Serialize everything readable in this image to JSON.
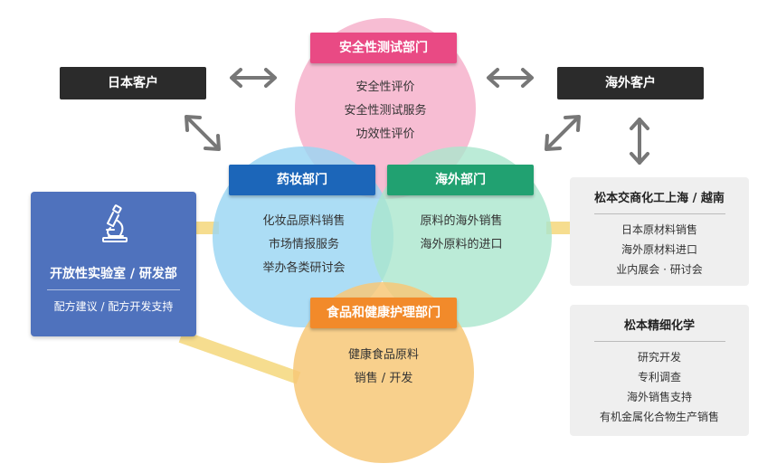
{
  "departments": {
    "safety": {
      "title": "安全性测试部门",
      "items": [
        "安全性评价",
        "安全性测试服务",
        "功效性评价"
      ],
      "color": "#e94a84"
    },
    "cosmetics": {
      "title": "药妆部门",
      "items": [
        "化妆品原料销售",
        "市场情报服务",
        "举办各类研讨会"
      ],
      "color": "#1c66b9"
    },
    "overseas": {
      "title": "海外部门",
      "items": [
        "原料的海外销售",
        "海外原料的进口"
      ],
      "color": "#21a171"
    },
    "food": {
      "title": "食品和健康护理部门",
      "items": [
        "健康食品原料",
        "销售 / 开发"
      ],
      "color": "#f28a2a"
    }
  },
  "clients": {
    "japan": "日本客户",
    "overseas": "海外客户"
  },
  "lab": {
    "title": "开放性实验室 / 研发部",
    "subtitle": "配方建议 / 配方开发支持",
    "icon": "microscope-icon"
  },
  "partners": [
    {
      "title": "松本交商化工上海 / 越南",
      "items": [
        "日本原材料销售",
        "海外原材料进口",
        "业内展会 · 研讨会"
      ]
    },
    {
      "title": "松本精细化学",
      "items": [
        "研究开发",
        "专利调查",
        "海外销售支持",
        "有机金属化合物生产销售"
      ]
    }
  ]
}
